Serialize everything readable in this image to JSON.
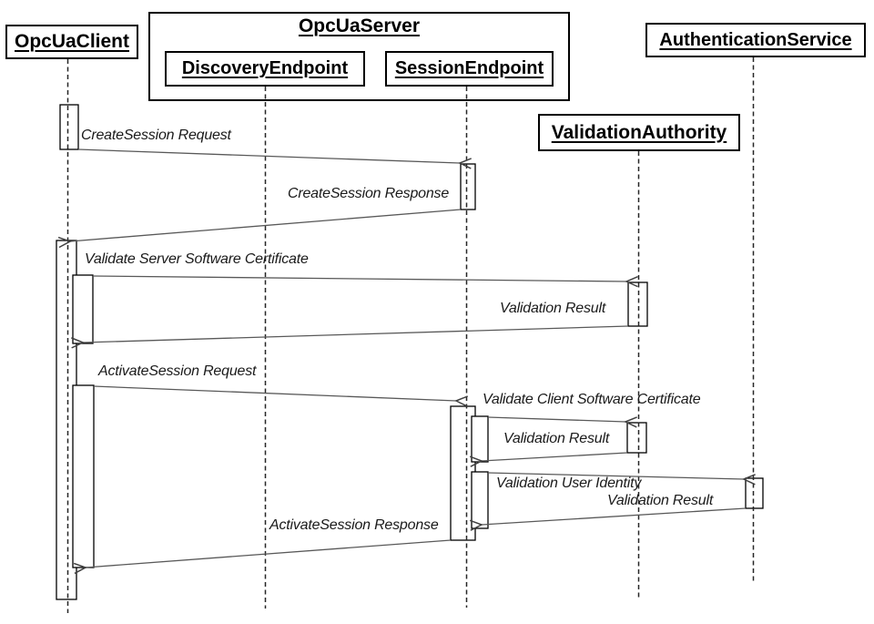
{
  "diagram_type": "uml-sequence-diagram",
  "colors": {
    "background": "#ffffff",
    "box_border": "#000000",
    "box_text": "#000000",
    "lifeline": "#262626",
    "message_line": "#595959",
    "arrowhead": "#404040",
    "label_text": "#1a1a1a"
  },
  "actors": {
    "client": {
      "label": "OpcUaClient"
    },
    "server": {
      "label": "OpcUaServer"
    },
    "discovery": {
      "label": "DiscoveryEndpoint"
    },
    "session": {
      "label": "SessionEndpoint"
    },
    "auth": {
      "label": "AuthenticationService"
    },
    "validation": {
      "label": "ValidationAuthority"
    }
  },
  "messages": [
    {
      "label": "CreateSession Request",
      "from": "OpcUaClient",
      "to": "SessionEndpoint"
    },
    {
      "label": "CreateSession Response",
      "from": "SessionEndpoint",
      "to": "OpcUaClient"
    },
    {
      "label": "Validate Server Software Certificate",
      "from": "OpcUaClient",
      "to": "ValidationAuthority"
    },
    {
      "label": "Validation Result",
      "from": "ValidationAuthority",
      "to": "OpcUaClient"
    },
    {
      "label": "ActivateSession Request",
      "from": "OpcUaClient",
      "to": "SessionEndpoint"
    },
    {
      "label": "Validate Client Software Certificate",
      "from": "SessionEndpoint",
      "to": "ValidationAuthority"
    },
    {
      "label": "Validation Result",
      "from": "ValidationAuthority",
      "to": "SessionEndpoint"
    },
    {
      "label": "Validation User Identity",
      "from": "SessionEndpoint",
      "to": "AuthenticationService"
    },
    {
      "label": "Validation Result",
      "from": "AuthenticationService",
      "to": "SessionEndpoint"
    },
    {
      "label": "ActivateSession Response",
      "from": "SessionEndpoint",
      "to": "OpcUaClient"
    }
  ]
}
